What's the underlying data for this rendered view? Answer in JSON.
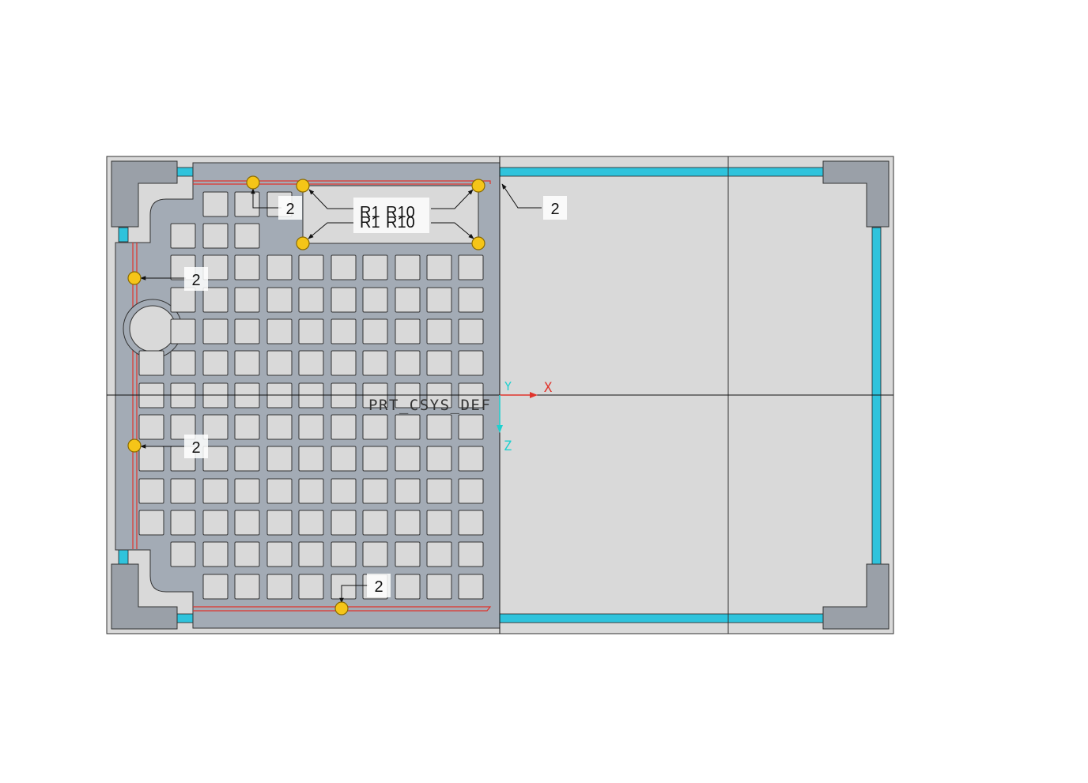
{
  "viewport": {
    "background": "#ffffff",
    "colors": {
      "frame_fill": "#d9d9d9",
      "plate_fill": "#a3abb5",
      "pocket_fill": "#d9d9d9",
      "corner_block": "#9aa0a8",
      "cyan_rail": "#2fc3dc",
      "red_edge": "#e0342c",
      "handle_fill": "#f5c518",
      "handle_stroke": "#8a6a00",
      "csys_y": "#1fd0cf",
      "csys_x": "#e0342c",
      "csys_z": "#1fd0cf"
    }
  },
  "annotations": {
    "dim_top_left": "2",
    "dim_top_right": "2",
    "dim_left_upper": "2",
    "dim_left_lower": "2",
    "dim_bottom": "2",
    "radius_a": "R10",
    "radius_b": "R10",
    "radius_overlap_a": "R1",
    "radius_overlap_b": "R1"
  },
  "csys": {
    "name": "PRT_CSYS_DEF",
    "x_label": "X",
    "y_label": "Y",
    "z_label": "Z"
  }
}
